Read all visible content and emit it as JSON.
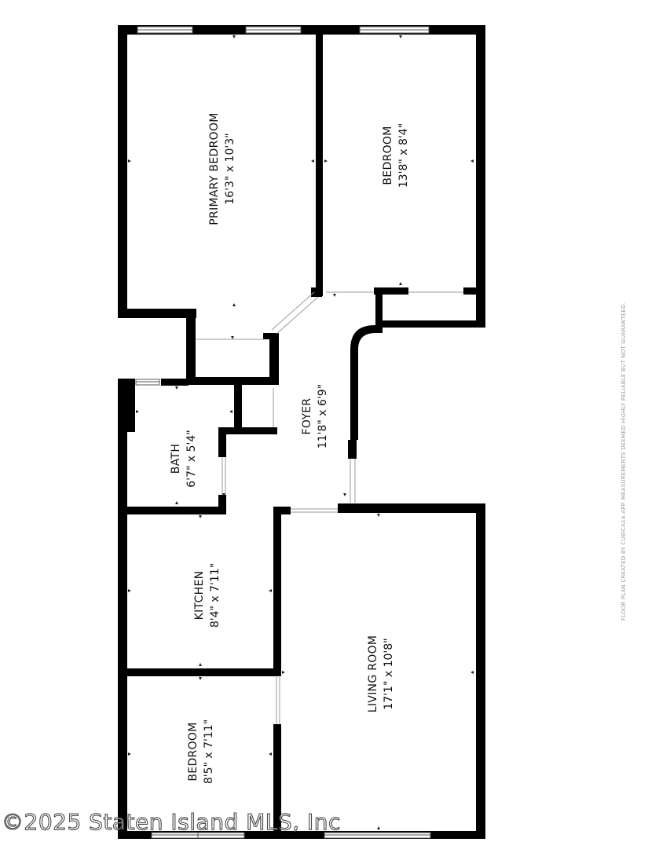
{
  "rooms": {
    "primary_bedroom": {
      "name": "PRIMARY BEDROOM",
      "dims": "16'3\" x 10'3\""
    },
    "bedroom_1": {
      "name": "BEDROOM",
      "dims": "13'8\" x 8'4\""
    },
    "foyer": {
      "name": "FOYER",
      "dims": "11'8\" x 6'9\""
    },
    "bath": {
      "name": "BATH",
      "dims": "6'7\" x 5'4\""
    },
    "kitchen": {
      "name": "KITCHEN",
      "dims": "8'4\" x 7'11\""
    },
    "living_room": {
      "name": "LIVING ROOM",
      "dims": "17'1\" x 10'8\""
    },
    "bedroom_2": {
      "name": "BEDROOM",
      "dims": "8'5\" x 7'11\""
    }
  },
  "disclaimer": "FLOOR PLAN CREATED BY CUBICASA APP. MEASUREMENTS DEEMED HIGHLY RELIABLE BUT NOT GUARANTEED.",
  "watermark": "©2025 Staten Island MLS, Inc",
  "colors": {
    "wall": "#000000",
    "background": "#ffffff",
    "window": "#ffffff"
  }
}
